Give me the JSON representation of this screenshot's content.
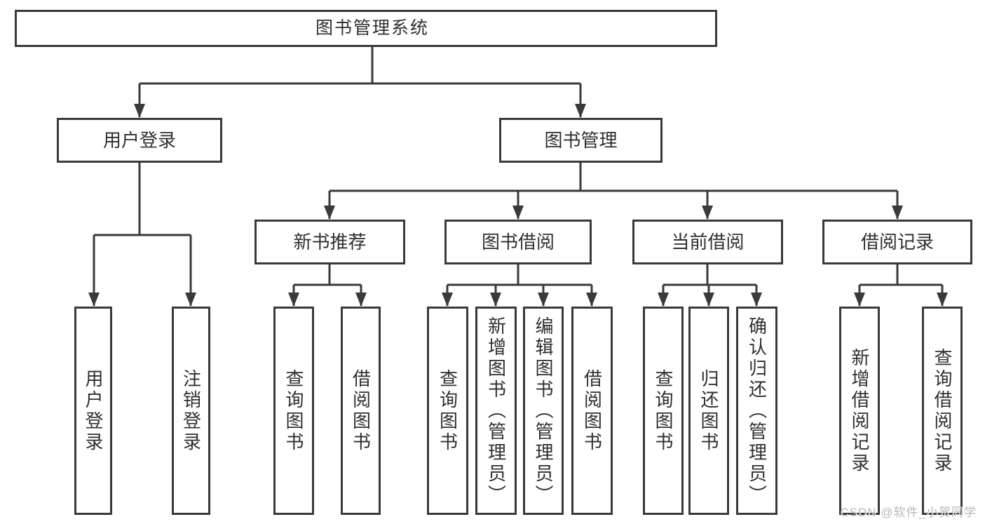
{
  "diagram": {
    "root": "图书管理系统",
    "level2": [
      {
        "label": "用户登录",
        "children": [
          "用户登录",
          "注销登录"
        ]
      },
      {
        "label": "图书管理",
        "children": [
          {
            "label": "新书推荐",
            "children": [
              "查询图书",
              "借阅图书"
            ]
          },
          {
            "label": "图书借阅",
            "children": [
              "查询图书",
              "新增图书（管理员）",
              "编辑图书（管理员）",
              "借阅图书"
            ]
          },
          {
            "label": "当前借阅",
            "children": [
              "查询图书",
              "归还图书",
              "确认归还（管理员）"
            ]
          },
          {
            "label": "借阅记录",
            "children": [
              "新增借阅记录",
              "查询借阅记录"
            ]
          }
        ]
      }
    ]
  },
  "watermark": "CSDN @软件_小贺同学",
  "colors": {
    "line": "#3a3a3a",
    "text": "#2f2f2f",
    "bg": "#ffffff",
    "watermark": "#b8b8b8"
  }
}
